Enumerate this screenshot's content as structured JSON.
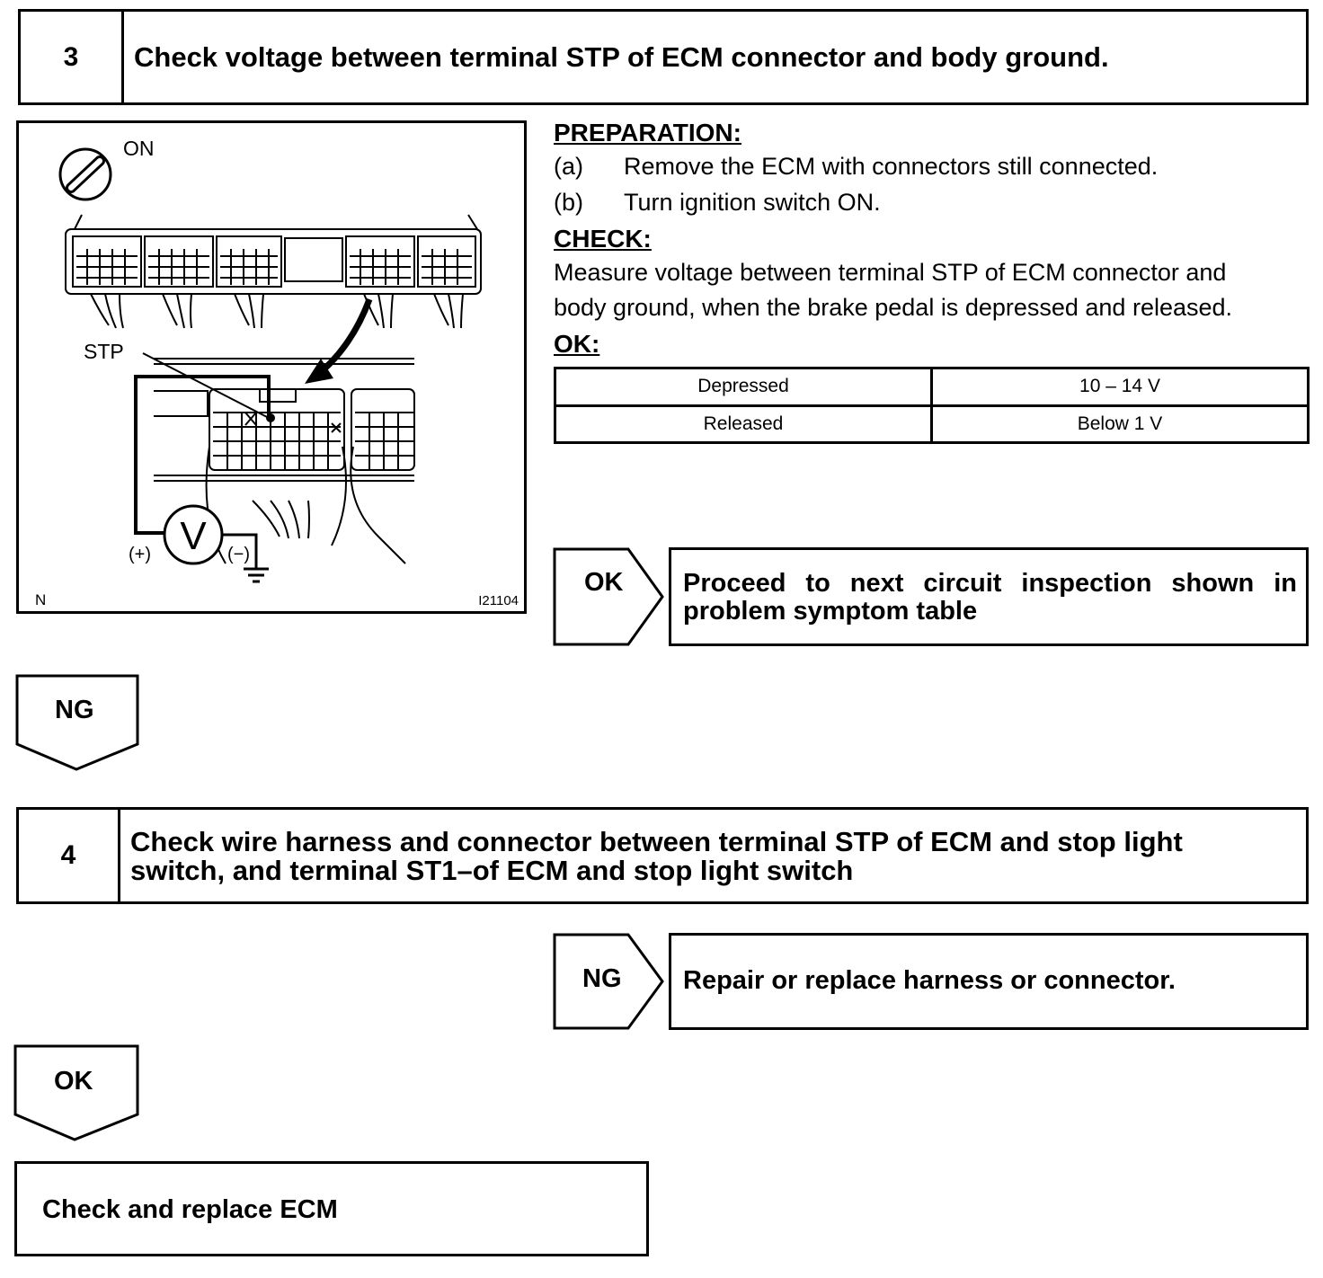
{
  "step3": {
    "number": "3",
    "title": "Check voltage between terminal STP of ECM connector and body ground."
  },
  "figure": {
    "ignition_label": "ON",
    "terminal_label": "STP",
    "plus_label": "(+)",
    "minus_label": "(−)",
    "meter_label": "V",
    "corner_label": "N",
    "figure_id": "I21104"
  },
  "preparation": {
    "heading": "PREPARATION:",
    "items": [
      {
        "marker": "(a)",
        "text": "Remove the ECM with connectors still connected."
      },
      {
        "marker": "(b)",
        "text": "Turn ignition switch ON."
      }
    ]
  },
  "check": {
    "heading": "CHECK:",
    "line1": "Measure voltage between terminal STP of ECM connector and",
    "line2": "body ground, when the brake pedal is depressed and released."
  },
  "ok_spec": {
    "heading": "OK:",
    "rows": [
      {
        "condition": "Depressed",
        "value": "10 – 14 V"
      },
      {
        "condition": "Released",
        "value": "Below 1 V"
      }
    ]
  },
  "step3_ok": {
    "label": "OK",
    "text_line1": "Proceed to next circuit inspection shown in",
    "text_line2": "problem symptom table"
  },
  "step3_ng": {
    "label": "NG"
  },
  "step4": {
    "number": "4",
    "title_line1": "Check wire harness and connector between terminal STP of ECM and stop light",
    "title_line2": "switch, and terminal ST1–of ECM and stop light switch"
  },
  "step4_ng": {
    "label": "NG",
    "text": "Repair or replace harness or connector."
  },
  "step4_ok": {
    "label": "OK"
  },
  "final": {
    "text": "Check and replace ECM"
  }
}
